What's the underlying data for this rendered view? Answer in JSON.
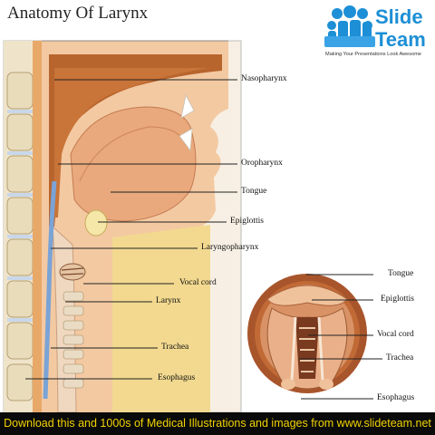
{
  "title": "Anatomy Of Larynx",
  "logo": {
    "word1": "Slide",
    "word2": "Team",
    "tagline": "Making Your Presentations Look Awesome"
  },
  "sagittal_labels": [
    "Nasopharynx",
    "Oropharynx",
    "Tongue",
    "Epiglottis",
    "Laryngopharynx",
    "Vocal cord",
    "Larynx",
    "Trachea",
    "Esophagus"
  ],
  "top_view_labels": [
    "Tongue",
    "Epiglottis",
    "Vocal cord",
    "Trachea",
    "Esophagus"
  ],
  "footer": "Download this and 1000s of Medical Illustrations and images from www.slideteam.net",
  "colors": {
    "footer_bg": "#0a0a0a",
    "footer_text": "#f2d300",
    "logo_blue": "#1d8fd6"
  }
}
